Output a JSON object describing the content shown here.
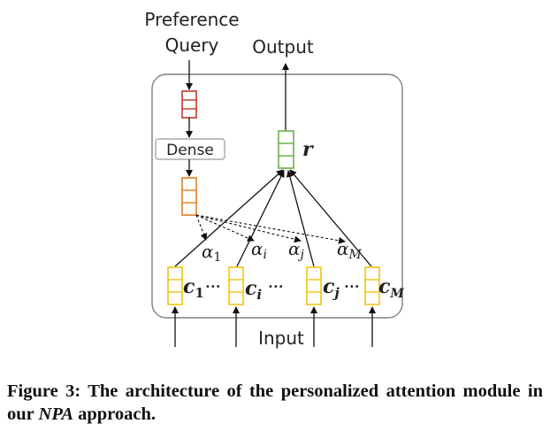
{
  "diagram": {
    "labels": {
      "preference": "Preference",
      "query": "Query",
      "output": "Output",
      "dense": "Dense",
      "input": "Input",
      "r": "r"
    },
    "weights": [
      {
        "base": "α",
        "sub": "1"
      },
      {
        "base": "α",
        "sub": "i"
      },
      {
        "base": "α",
        "sub": "j"
      },
      {
        "base": "α",
        "sub": "M"
      }
    ],
    "inputs": [
      {
        "base": "c",
        "sub": "1",
        "ellipsis": "•••"
      },
      {
        "base": "c",
        "sub": "i",
        "ellipsis": "•••"
      },
      {
        "base": "c",
        "sub": "j",
        "ellipsis": "•••"
      },
      {
        "base": "c",
        "sub": "M",
        "ellipsis": ""
      }
    ],
    "colors": {
      "query_vector": "#c0392b",
      "dense_vector": "#e67e22",
      "output_vector": "#6ab04c",
      "input_vector": "#f1c40f",
      "frame": "#7f7f7f"
    }
  },
  "caption": {
    "prefix": "Figure 3: The architecture of the personalized attention module in our ",
    "emph": "NPA",
    "suffix": " approach."
  }
}
